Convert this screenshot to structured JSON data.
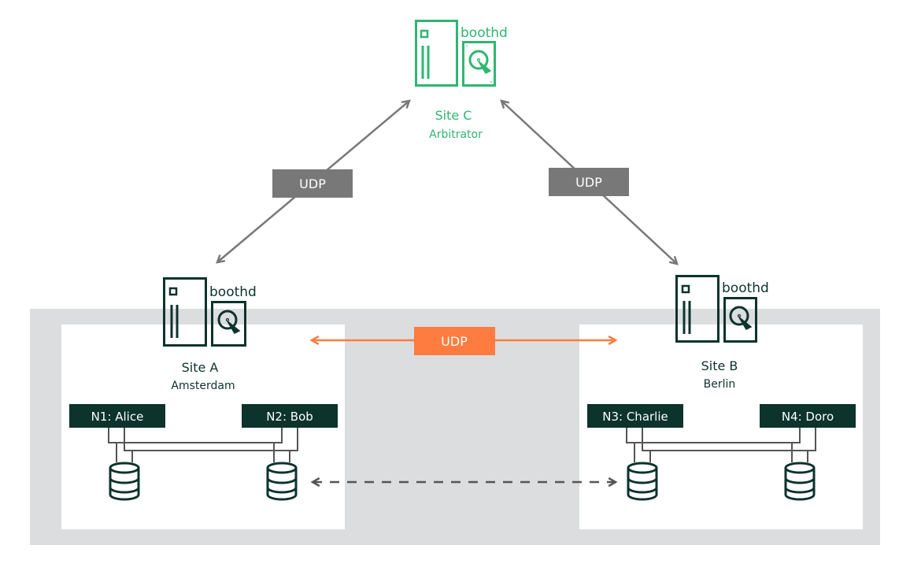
{
  "colors": {
    "dark_green": "#0c332c",
    "bright_green": "#2fb671",
    "grey_link": "#787878",
    "orange": "#fe7c3f",
    "band_grey": "#dcdddf",
    "panel_white": "#ffffff",
    "wire_grey": "#555555",
    "dashed": "#555555"
  },
  "site_c": {
    "service_label": "boothd",
    "title": "Site C",
    "subtitle": "Arbitrator"
  },
  "site_a": {
    "service_label": "boothd",
    "title": "Site A",
    "subtitle": "Amsterdam",
    "nodes": [
      {
        "label": "N1: Alice"
      },
      {
        "label": "N2: Bob"
      }
    ]
  },
  "site_b": {
    "service_label": "boothd",
    "title": "Site B",
    "subtitle": "Berlin",
    "nodes": [
      {
        "label": "N3: Charlie"
      },
      {
        "label": "N4: Doro"
      }
    ]
  },
  "links": {
    "a_to_c": {
      "protocol": "UDP"
    },
    "b_to_c": {
      "protocol": "UDP"
    },
    "a_to_b": {
      "protocol": "UDP"
    },
    "storage_replication": {
      "style": "dashed",
      "direction": "bidirectional"
    }
  }
}
